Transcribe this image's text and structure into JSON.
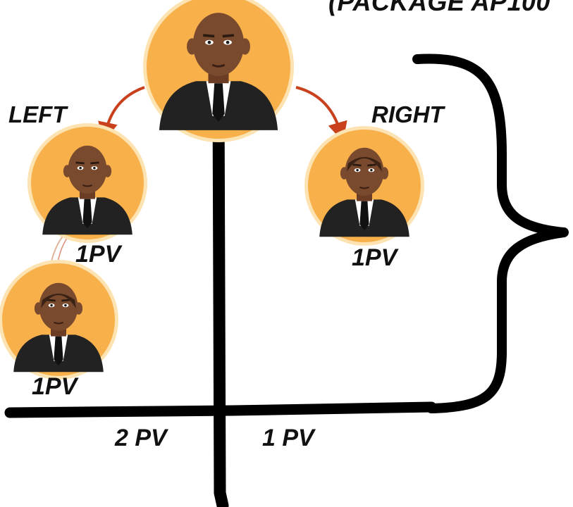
{
  "title": "(PACKAGE AP100",
  "labels": {
    "left": "LEFT",
    "right": "RIGHT"
  },
  "pv_values": {
    "left_child": "1PV",
    "right_child": "1PV",
    "left_grandchild": "1PV",
    "left_total": "2 PV",
    "right_total": "1 PV"
  },
  "colors": {
    "avatar_background": "#f7b04a",
    "avatar_ring": "#fde3b2",
    "arrow": "#c8411c",
    "lines": "#000000",
    "text": "#111111",
    "suit": "#222222",
    "skin": "#7a4a2e"
  },
  "icons": [
    "avatar-icon",
    "curved-arrow-icon",
    "curly-brace-icon"
  ]
}
